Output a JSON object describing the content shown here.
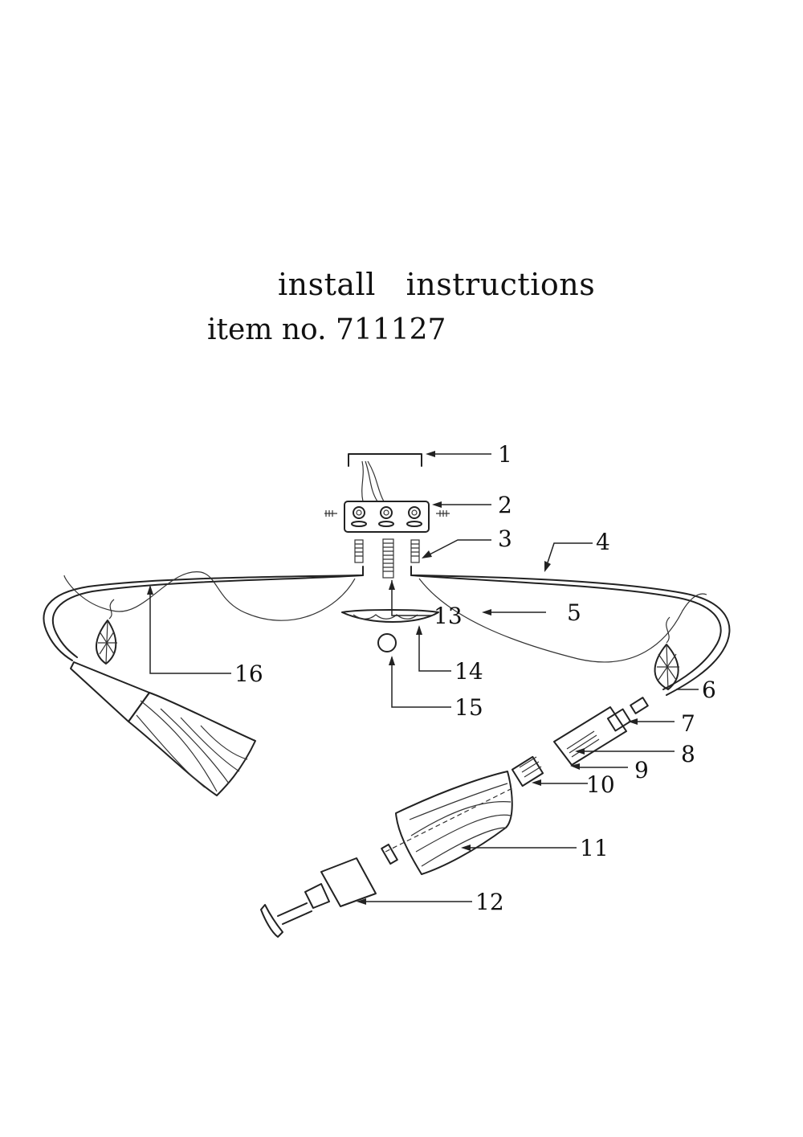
{
  "document": {
    "title": "install   instructions",
    "item_no": "item no. 711127"
  },
  "callouts": [
    "1",
    "2",
    "3",
    "4",
    "5",
    "6",
    "7",
    "8",
    "9",
    "10",
    "11",
    "12",
    "13",
    "14",
    "15",
    "16"
  ]
}
